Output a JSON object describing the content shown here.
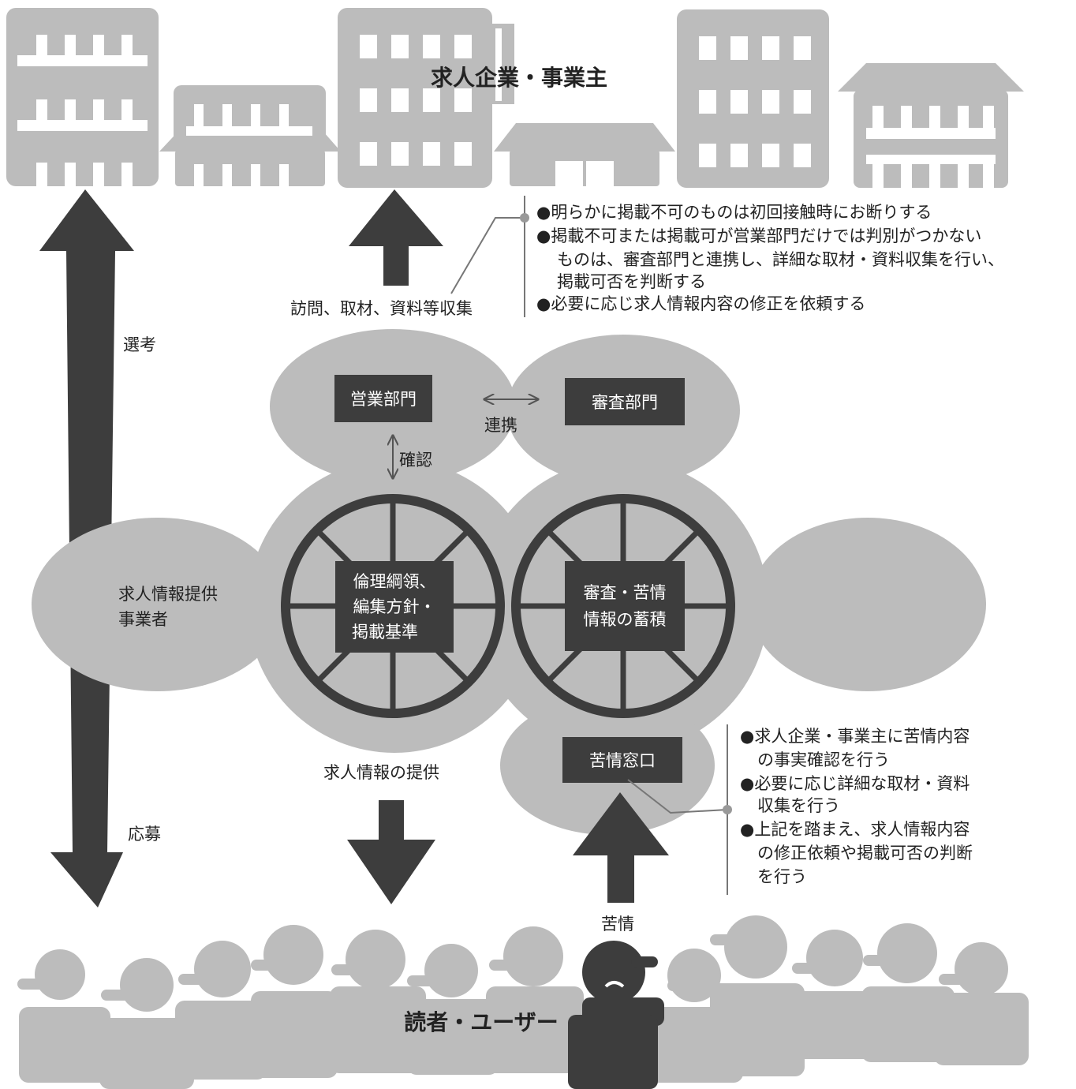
{
  "header": {
    "title": "求人企業・事業主"
  },
  "footer": {
    "title": "読者・ユーザー"
  },
  "top_arrow": {
    "label": "訪問、取材、資料等収集"
  },
  "top_notes": [
    "●明らかに掲載不可のものは初回接触時にお断りする",
    "●掲載不可または掲載可が営業部門だけでは判別がつかない",
    "ものは、審査部門と連携し、詳細な取材・資料収集を行い、",
    "掲載可否を判断する",
    "●必要に応じ求人情報内容の修正を依頼する"
  ],
  "left_arrow": {
    "top_label": "選考",
    "bottom_label": "応募"
  },
  "provider": {
    "line1": "求人情報提供",
    "line2": "事業者"
  },
  "sales": {
    "label": "営業部門"
  },
  "review": {
    "label": "審査部門"
  },
  "link_label": "連携",
  "confirm_label": "確認",
  "wheel_left": {
    "line1": "倫理綱領、",
    "line2": "編集方針・",
    "line3": "掲載基準"
  },
  "wheel_right": {
    "line1": "審査・苦情",
    "line2": "情報の蓄積"
  },
  "provide_label": "求人情報の提供",
  "complaint_window": {
    "label": "苦情窓口"
  },
  "complaint_label": "苦情",
  "bottom_notes": [
    "●求人企業・事業主に苦情内容",
    "の事実確認を行う",
    "●必要に応じ詳細な取材・資料",
    "収集を行う",
    "●上記を踏まえ、求人情報内容",
    "の修正依頼や掲載可否の判断",
    "を行う"
  ],
  "colors": {
    "light": "#bcbcbc",
    "dark": "#3d3d3d",
    "text": "#222222",
    "white": "#ffffff"
  }
}
